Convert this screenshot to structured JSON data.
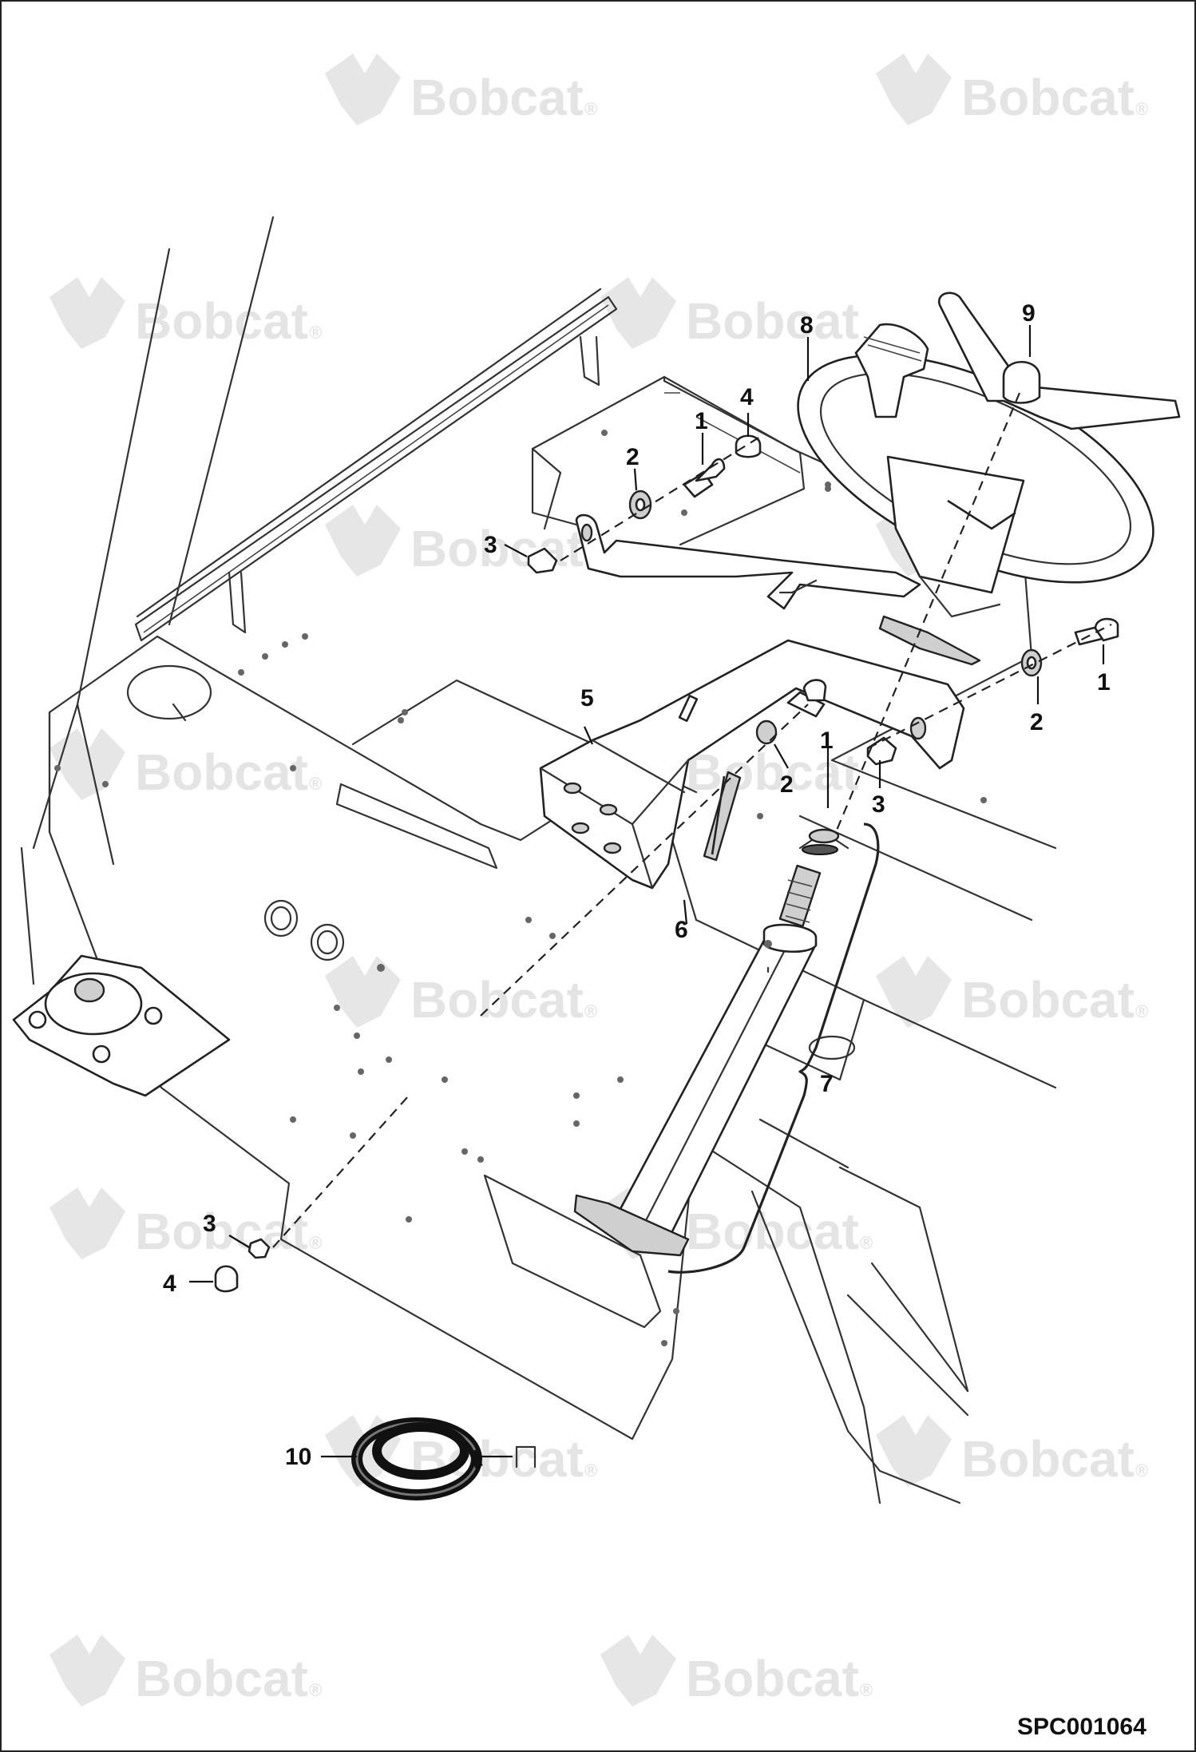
{
  "drawing_code": "SPC001064",
  "watermark": {
    "text": "Bobcat",
    "registered_mark": "®"
  },
  "callouts": [
    {
      "id": "c1a",
      "label": "1"
    },
    {
      "id": "c1b",
      "label": "1"
    },
    {
      "id": "c1c",
      "label": "1"
    },
    {
      "id": "c2a",
      "label": "2"
    },
    {
      "id": "c2b",
      "label": "2"
    },
    {
      "id": "c2c",
      "label": "2"
    },
    {
      "id": "c3a",
      "label": "3"
    },
    {
      "id": "c3b",
      "label": "3"
    },
    {
      "id": "c3c",
      "label": "3"
    },
    {
      "id": "c4a",
      "label": "4"
    },
    {
      "id": "c4b",
      "label": "4"
    },
    {
      "id": "c5",
      "label": "5"
    },
    {
      "id": "c6",
      "label": "6"
    },
    {
      "id": "c7",
      "label": "7"
    },
    {
      "id": "c8",
      "label": "8"
    },
    {
      "id": "c9",
      "label": "9"
    },
    {
      "id": "c10",
      "label": "10"
    }
  ]
}
